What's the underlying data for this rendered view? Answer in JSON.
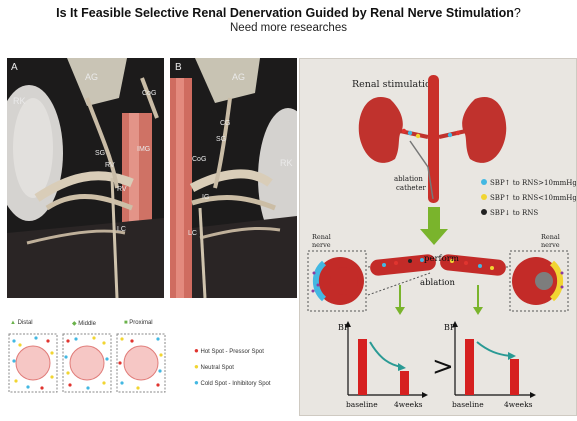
{
  "header": {
    "title_bold": "Is It Feasible Selective Renal Denervation Guided by Renal Nerve Stimulation",
    "title_qmark": "?",
    "subtitle": "Need more researches"
  },
  "photos": {
    "a": {
      "letter": "A",
      "labels": [
        "RK",
        "AG",
        "CoG",
        "SG",
        "IMG",
        "RV",
        "LC",
        "RV"
      ]
    },
    "b": {
      "letter": "B",
      "labels": [
        "AG",
        "CG",
        "SG",
        "CoG",
        "RK",
        "IG",
        "LC"
      ]
    }
  },
  "segments": {
    "distal": "Distal",
    "middle": "Middle",
    "proximal": "Proximal"
  },
  "spot_legend": {
    "hot": "Hot Spot - Pressor Spot",
    "neutral": "Neutral Spot",
    "cold": "Cold Spot - Inhibitory Spot"
  },
  "diagram": {
    "renal_stimulation": "Renal stimulation",
    "ablation_catheter": [
      "ablation",
      "catheter"
    ],
    "sbp_legend": [
      "SBP↑ to RNS>10mmHg",
      "SBP↑ to RNS<10mmHg",
      "SBP↓ to RNS"
    ],
    "renal_nerve": [
      "Renal",
      "nerve"
    ],
    "perform": "perform",
    "ablation": "ablation",
    "bp": "BP",
    "baseline": "baseline",
    "weeks": "4weeks",
    "compare": ">"
  },
  "colors": {
    "hot": "#e0342f",
    "neutral": "#f1d532",
    "cold": "#43b8e2",
    "arrow": "#7ab42c",
    "bar": "#d62020"
  }
}
